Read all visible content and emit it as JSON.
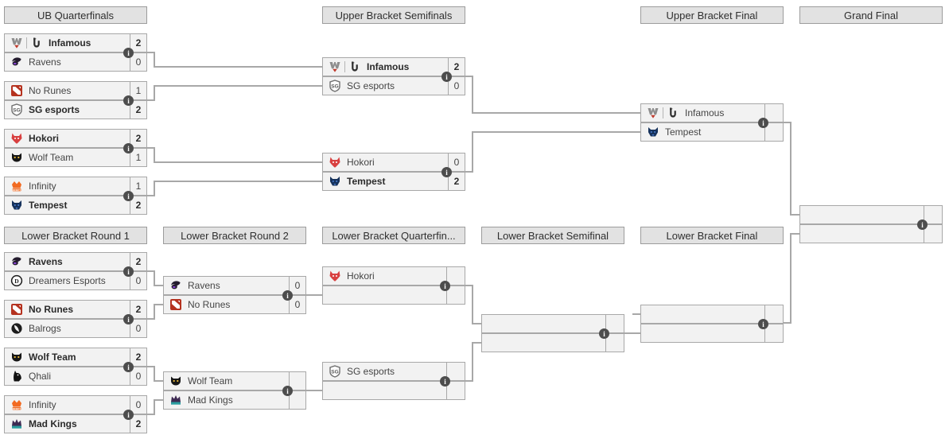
{
  "tournament": {
    "headers": [
      "UB Quarterfinals",
      "Upper Bracket Semifinals",
      "Upper Bracket Final",
      "Grand Final",
      "Lower Bracket Round 1",
      "Lower Bracket Round 2",
      "Lower Bracket Quarterfin...",
      "Lower Bracket Semifinal",
      "Lower Bracket Final"
    ],
    "info_icon": "i",
    "matches": [
      {
        "id": "ubqf1",
        "top": {
          "name": "Infamous",
          "score": "2",
          "winner": true,
          "icons": [
            "ti-badge-icon",
            "infamous-logo-icon"
          ]
        },
        "bottom": {
          "name": "Ravens",
          "score": "0",
          "winner": false,
          "icons": [
            "ravens-logo-icon"
          ]
        }
      },
      {
        "id": "ubqf2",
        "top": {
          "name": "No Runes",
          "score": "1",
          "winner": false,
          "icons": [
            "no-runes-logo-icon"
          ]
        },
        "bottom": {
          "name": "SG esports",
          "score": "2",
          "winner": true,
          "icons": [
            "sg-esports-logo-icon"
          ]
        }
      },
      {
        "id": "ubqf3",
        "top": {
          "name": "Hokori",
          "score": "2",
          "winner": true,
          "icons": [
            "hokori-logo-icon"
          ]
        },
        "bottom": {
          "name": "Wolf Team",
          "score": "1",
          "winner": false,
          "icons": [
            "wolf-team-logo-icon"
          ]
        }
      },
      {
        "id": "ubqf4",
        "top": {
          "name": "Infinity",
          "score": "1",
          "winner": false,
          "icons": [
            "infinity-logo-icon"
          ]
        },
        "bottom": {
          "name": "Tempest",
          "score": "2",
          "winner": true,
          "icons": [
            "tempest-logo-icon"
          ]
        }
      },
      {
        "id": "ubsf1",
        "top": {
          "name": "Infamous",
          "score": "2",
          "winner": true,
          "icons": [
            "ti-badge-icon",
            "infamous-logo-icon"
          ]
        },
        "bottom": {
          "name": "SG esports",
          "score": "0",
          "winner": false,
          "icons": [
            "sg-esports-logo-icon"
          ]
        }
      },
      {
        "id": "ubsf2",
        "top": {
          "name": "Hokori",
          "score": "0",
          "winner": false,
          "icons": [
            "hokori-logo-icon"
          ]
        },
        "bottom": {
          "name": "Tempest",
          "score": "2",
          "winner": true,
          "icons": [
            "tempest-logo-icon"
          ]
        }
      },
      {
        "id": "ubf",
        "top": {
          "name": "Infamous",
          "score": "",
          "winner": false,
          "icons": [
            "ti-badge-icon",
            "infamous-logo-icon"
          ]
        },
        "bottom": {
          "name": "Tempest",
          "score": "",
          "winner": false,
          "icons": [
            "tempest-logo-icon"
          ]
        }
      },
      {
        "id": "gf",
        "top": {
          "name": "",
          "score": "",
          "winner": false,
          "icons": []
        },
        "bottom": {
          "name": "",
          "score": "",
          "winner": false,
          "icons": []
        }
      },
      {
        "id": "lbr1_1",
        "top": {
          "name": "Ravens",
          "score": "2",
          "winner": true,
          "icons": [
            "ravens-logo-icon"
          ]
        },
        "bottom": {
          "name": "Dreamers Esports",
          "score": "0",
          "winner": false,
          "icons": [
            "dreamers-esports-logo-icon"
          ]
        }
      },
      {
        "id": "lbr1_2",
        "top": {
          "name": "No Runes",
          "score": "2",
          "winner": true,
          "icons": [
            "no-runes-logo-icon"
          ]
        },
        "bottom": {
          "name": "Balrogs",
          "score": "0",
          "winner": false,
          "icons": [
            "balrogs-logo-icon"
          ]
        }
      },
      {
        "id": "lbr1_3",
        "top": {
          "name": "Wolf Team",
          "score": "2",
          "winner": true,
          "icons": [
            "wolf-team-logo-icon"
          ]
        },
        "bottom": {
          "name": "Qhali",
          "score": "0",
          "winner": false,
          "icons": [
            "qhali-logo-icon"
          ]
        }
      },
      {
        "id": "lbr1_4",
        "top": {
          "name": "Infinity",
          "score": "0",
          "winner": false,
          "icons": [
            "infinity-logo-icon"
          ]
        },
        "bottom": {
          "name": "Mad Kings",
          "score": "2",
          "winner": true,
          "icons": [
            "mad-kings-logo-icon"
          ]
        }
      },
      {
        "id": "lbr2_1",
        "top": {
          "name": "Ravens",
          "score": "0",
          "winner": false,
          "icons": [
            "ravens-logo-icon"
          ]
        },
        "bottom": {
          "name": "No Runes",
          "score": "0",
          "winner": false,
          "icons": [
            "no-runes-logo-icon"
          ]
        }
      },
      {
        "id": "lbr2_2",
        "top": {
          "name": "Wolf Team",
          "score": "",
          "winner": false,
          "icons": [
            "wolf-team-logo-icon"
          ]
        },
        "bottom": {
          "name": "Mad Kings",
          "score": "",
          "winner": false,
          "icons": [
            "mad-kings-logo-icon"
          ]
        }
      },
      {
        "id": "lbqf1",
        "top": {
          "name": "Hokori",
          "score": "",
          "winner": false,
          "icons": [
            "hokori-logo-icon"
          ]
        },
        "bottom": {
          "name": "",
          "score": "",
          "winner": false,
          "icons": []
        }
      },
      {
        "id": "lbqf2",
        "top": {
          "name": "SG esports",
          "score": "",
          "winner": false,
          "icons": [
            "sg-esports-logo-icon"
          ]
        },
        "bottom": {
          "name": "",
          "score": "",
          "winner": false,
          "icons": []
        }
      },
      {
        "id": "lbsf",
        "top": {
          "name": "",
          "score": "",
          "winner": false,
          "icons": []
        },
        "bottom": {
          "name": "",
          "score": "",
          "winner": false,
          "icons": []
        }
      },
      {
        "id": "lbf",
        "top": {
          "name": "",
          "score": "",
          "winner": false,
          "icons": []
        },
        "bottom": {
          "name": "",
          "score": "",
          "winner": false,
          "icons": []
        }
      }
    ]
  },
  "colors": {
    "page_bg": "#ffffff",
    "header_bg": "#e2e2e2",
    "box_bg": "#f2f2f2",
    "border": "#a8a8a8",
    "connector": "#a8a8a8",
    "info_icon_bg": "#4d4d4d",
    "winner_text": "#2b2b2b",
    "loser_text": "#454545"
  }
}
